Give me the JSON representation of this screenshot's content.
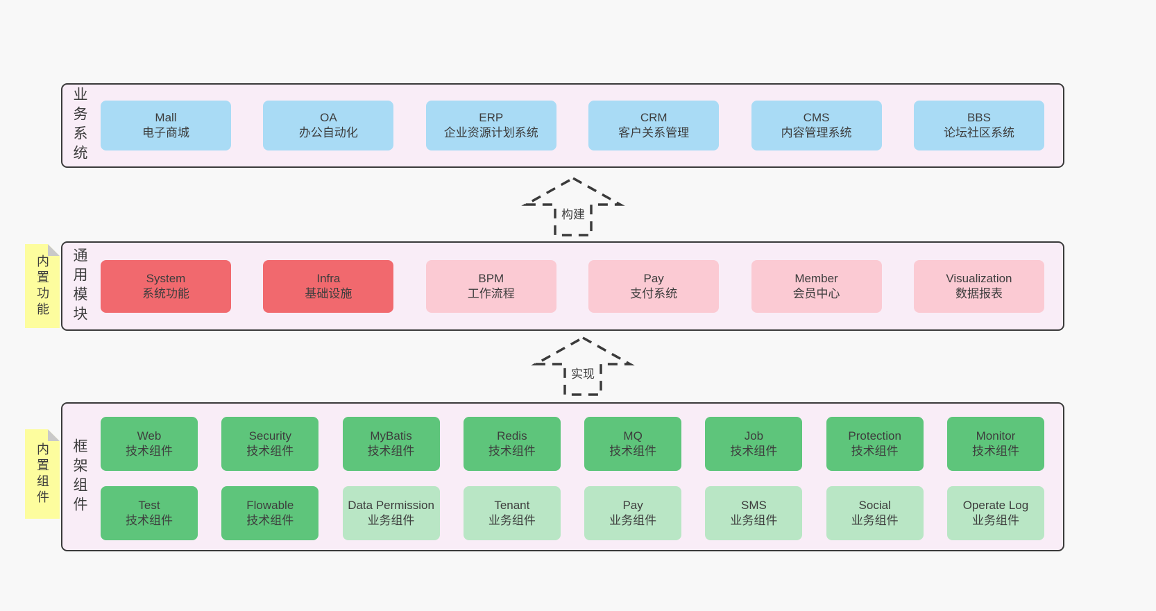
{
  "colors": {
    "pagebg": "#f8f8f8",
    "panel": "#f9edf7",
    "border": "#3a3a3a",
    "text": "#3d3d3d",
    "blue": "#a9dbf5",
    "red": "#f1696e",
    "pink": "#fbcad3",
    "green": "#5ec57b",
    "lightgreen": "#b9e6c5",
    "yellow": "#fdfd9e",
    "fold": "#c9c9c9"
  },
  "layers": [
    {
      "id": "business",
      "label": "业务系统",
      "note": null,
      "rows": [
        [
          {
            "title": "Mall",
            "subtitle": "电子商城",
            "variant": "blue"
          },
          {
            "title": "OA",
            "subtitle": "办公自动化",
            "variant": "blue"
          },
          {
            "title": "ERP",
            "subtitle": "企业资源计划系统",
            "variant": "blue"
          },
          {
            "title": "CRM",
            "subtitle": "客户关系管理",
            "variant": "blue"
          },
          {
            "title": "CMS",
            "subtitle": "内容管理系统",
            "variant": "blue"
          },
          {
            "title": "BBS",
            "subtitle": "论坛社区系统",
            "variant": "blue"
          }
        ]
      ]
    },
    {
      "id": "modules",
      "label": "通用模块",
      "note": "内置功能",
      "rows": [
        [
          {
            "title": "System",
            "subtitle": "系统功能",
            "variant": "red"
          },
          {
            "title": "Infra",
            "subtitle": "基础设施",
            "variant": "red"
          },
          {
            "title": "BPM",
            "subtitle": "工作流程",
            "variant": "pink"
          },
          {
            "title": "Pay",
            "subtitle": "支付系统",
            "variant": "pink"
          },
          {
            "title": "Member",
            "subtitle": "会员中心",
            "variant": "pink"
          },
          {
            "title": "Visualization",
            "subtitle": "数据报表",
            "variant": "pink"
          }
        ]
      ]
    },
    {
      "id": "components",
      "label": "框架组件",
      "note": "内置组件",
      "rows": [
        [
          {
            "title": "Web",
            "subtitle": "技术组件",
            "variant": "green"
          },
          {
            "title": "Security",
            "subtitle": "技术组件",
            "variant": "green"
          },
          {
            "title": "MyBatis",
            "subtitle": "技术组件",
            "variant": "green"
          },
          {
            "title": "Redis",
            "subtitle": "技术组件",
            "variant": "green"
          },
          {
            "title": "MQ",
            "subtitle": "技术组件",
            "variant": "green"
          },
          {
            "title": "Job",
            "subtitle": "技术组件",
            "variant": "green"
          },
          {
            "title": "Protection",
            "subtitle": "技术组件",
            "variant": "green"
          },
          {
            "title": "Monitor",
            "subtitle": "技术组件",
            "variant": "green"
          }
        ],
        [
          {
            "title": "Test",
            "subtitle": "技术组件",
            "variant": "green"
          },
          {
            "title": "Flowable",
            "subtitle": "技术组件",
            "variant": "green"
          },
          {
            "title": "Data Permission",
            "subtitle": "业务组件",
            "variant": "lightgreen"
          },
          {
            "title": "Tenant",
            "subtitle": "业务组件",
            "variant": "lightgreen"
          },
          {
            "title": "Pay",
            "subtitle": "业务组件",
            "variant": "lightgreen"
          },
          {
            "title": "SMS",
            "subtitle": "业务组件",
            "variant": "lightgreen"
          },
          {
            "title": "Social",
            "subtitle": "业务组件",
            "variant": "lightgreen"
          },
          {
            "title": "Operate Log",
            "subtitle": "业务组件",
            "variant": "lightgreen"
          }
        ]
      ]
    }
  ],
  "arrows": [
    {
      "label": "构建"
    },
    {
      "label": "实现"
    }
  ]
}
